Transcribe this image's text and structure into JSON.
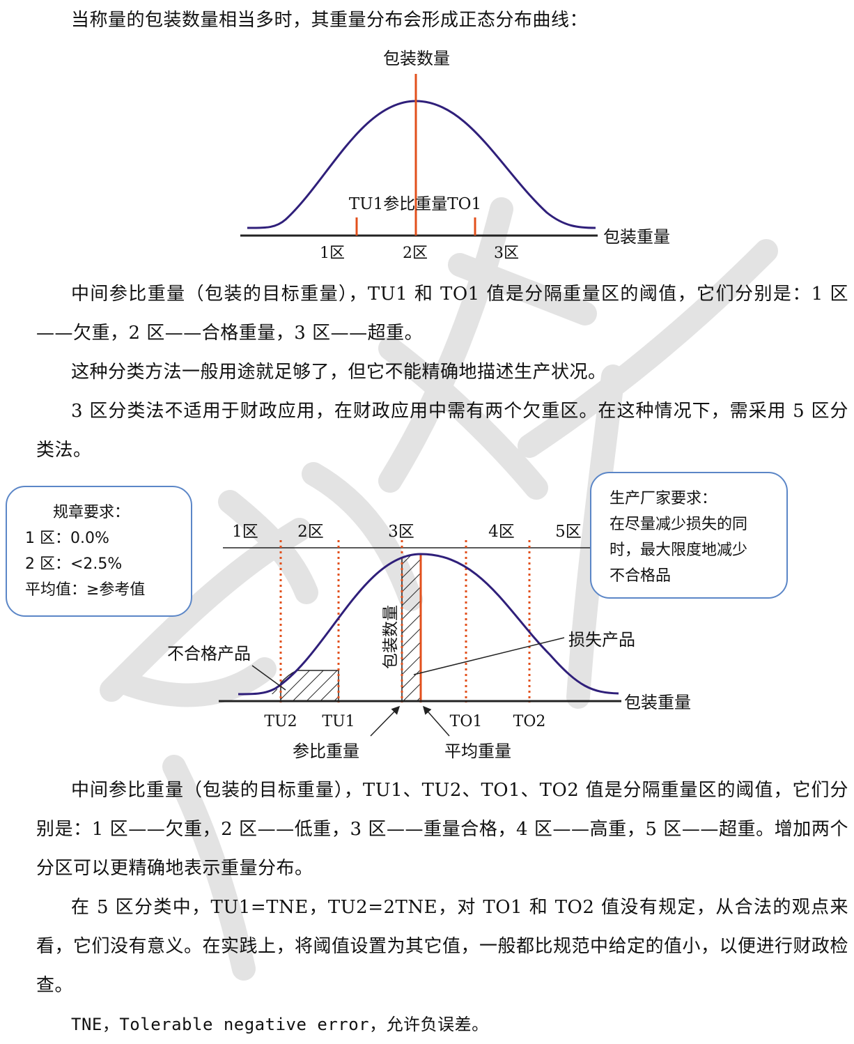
{
  "paragraphs": {
    "p1": "当称量的包装数量相当多时，其重量分布会形成正态分布曲线：",
    "p2": "中间参比重量（包装的目标重量），TU1 和 TO1 值是分隔重量区的阈值，它们分别是：1 区——欠重，2 区——合格重量，3 区——超重。",
    "p3": "这种分类方法一般用途就足够了，但它不能精确地描述生产状况。",
    "p4": "3 区分类法不适用于财政应用，在财政应用中需有两个欠重区。在这种情况下，需采用 5 区分类法。",
    "p5": "中间参比重量（包装的目标重量），TU1、TU2、TO1、TO2 值是分隔重量区的阈值，它们分别是：1 区——欠重，2 区——低重，3 区——重量合格，4 区——高重，5 区——超重。增加两个分区可以更精确地表示重量分布。",
    "p6": "在 5 区分类中，TU1=TNE，TU2=2TNE，对 TO1 和 TO2 值没有规定，从合法的观点来看，它们没有意义。在实践上，将阈值设置为其它值，一般都比规范中给定的值小，以便进行财政检查。",
    "p7": "TNE，Tolerable negative error，允许负误差。"
  },
  "diagram1": {
    "y_axis_label": "包装数量",
    "x_axis_label": "包装重量",
    "threshold_label": "TU1参比重量TO1",
    "zones": [
      "1区",
      "2区",
      "3区"
    ]
  },
  "diagram2": {
    "zones": [
      "1区",
      "2区",
      "3区",
      "4区",
      "5区"
    ],
    "thresholds": [
      "TU2",
      "TU1",
      "TO1",
      "TO2"
    ],
    "y_axis_label": "包装数量",
    "x_axis_label": "包装重量",
    "reject_label": "不合格产品",
    "loss_label": "损失产品",
    "ref_label": "参比重量",
    "mean_label": "平均重量",
    "regulation_box": {
      "title": "规章要求：",
      "zone1": "1 区：0.0%",
      "zone2": "2 区：<2.5%",
      "mean": "平均值：≥参考值"
    },
    "manufacturer_box": {
      "title": "生产厂家要求：",
      "line1": "在尽量减少损失的同",
      "line2": "时，最大限度地减少",
      "line3": "不合格品"
    }
  },
  "colors": {
    "curve": "#2f1f7a",
    "marker": "#e2501c",
    "box_border": "#5b86c7",
    "watermark": "#d6d6d6"
  }
}
